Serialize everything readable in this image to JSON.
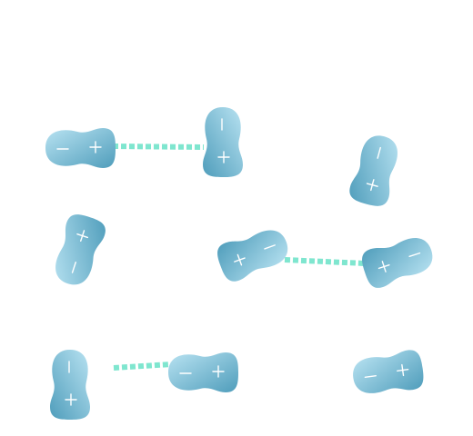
{
  "colors": {
    "molecule_light": "#b9e3f2",
    "molecule_dark": "#4f9dbb",
    "bond": "#7fe6cf",
    "sign": "#ffffff"
  },
  "molecules": [
    {
      "id": "m1",
      "signs": [
        "-",
        "+"
      ]
    },
    {
      "id": "m2",
      "signs": [
        "-",
        "+"
      ]
    },
    {
      "id": "m3",
      "signs": [
        "-",
        "+"
      ]
    },
    {
      "id": "m4",
      "signs": [
        "-",
        "+"
      ]
    },
    {
      "id": "m5",
      "signs": [
        "-",
        "+"
      ]
    },
    {
      "id": "m6",
      "signs": [
        "-",
        "+"
      ]
    },
    {
      "id": "m7",
      "signs": [
        "-",
        "+"
      ]
    },
    {
      "id": "m8",
      "signs": [
        "-",
        "+"
      ]
    },
    {
      "id": "m9",
      "signs": [
        "-",
        "+"
      ]
    }
  ],
  "bonds": [
    {
      "from": "m1",
      "to": "m2"
    },
    {
      "from": "m5",
      "to": "m6"
    },
    {
      "from": "m7",
      "to": "m8"
    }
  ]
}
